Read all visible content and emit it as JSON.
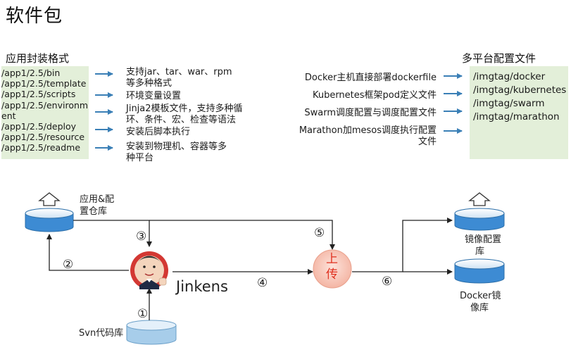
{
  "title": "软件包",
  "left_section": {
    "heading": "应用封装格式",
    "paths": [
      "/app1/2.5/bin",
      "/app1/2.5/template",
      "/app1/2.5/scripts",
      "/app1/2.5/environm",
      "ent",
      "/app1/2.5/deploy",
      "/app1/2.5/resource",
      "/app1/2.5/readme"
    ],
    "descriptions": [
      "支持jar、tar、war、rpm",
      "等多种格式",
      "环境变量设置",
      "Jinja2模板文件，支持多种循",
      "环、条件、宏、检查等语法",
      "安装后脚本执行",
      "安装到物理机、容器等多",
      "种平台"
    ]
  },
  "right_section": {
    "heading": "多平台配置文件",
    "descriptions": [
      "Docker主机直接部署dockerfile",
      "Kubernetes框架pod定义文件",
      "Swarm调度配置与调度配置文件",
      "Marathon加mesos调度执行配置",
      "文件"
    ],
    "tags": [
      "/imgtag/docker",
      "/imgtag/kubernetes",
      "/imgtag/swarm",
      "/imgtag/marathon"
    ]
  },
  "flow": {
    "repo_app_label": [
      "应用&配",
      "置仓库"
    ],
    "svn_label": "Svn代码库",
    "jenkins_label": "Jinkens",
    "upload_label": [
      "上",
      "传"
    ],
    "mirror_config_label": [
      "镜像配置",
      "库"
    ],
    "docker_mirror_label": [
      "Docker镜",
      "像库"
    ],
    "steps": [
      "①",
      "②",
      "③",
      "④",
      "⑤",
      "⑥"
    ]
  },
  "colors": {
    "arrow_blue": "#3a7fb6",
    "cylinder_blue": "#3d8bd3",
    "cylinder_light": "#a7cdea",
    "green_box": "#e3efd9",
    "upload_fill": "#f6c3b4",
    "upload_text": "#e0301e",
    "jenkins_red": "#d33833"
  }
}
